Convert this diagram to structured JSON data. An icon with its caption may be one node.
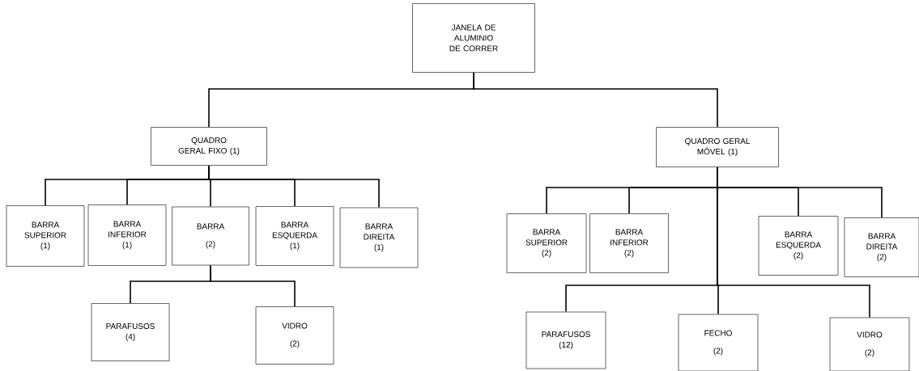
{
  "diagram": {
    "nodes": [
      {
        "text": [
          "JANELA DE ALUMINIO DE CORRER"
        ]
      },
      {
        "text": [
          "QUADRO GERAL FIXO (1)"
        ]
      },
      {
        "text": [
          "BARRA SUPERIOR (1)"
        ]
      },
      {
        "text": [
          "BARRA INFERIOR (1)"
        ]
      },
      {
        "text": [
          "BARRA",
          "(2)"
        ]
      },
      {
        "text": [
          "BARRA ESQUERDA (1)"
        ]
      },
      {
        "text": [
          "BARRA DIREITA (1)"
        ]
      },
      {
        "text": [
          "PARAFUSOS (4)"
        ]
      },
      {
        "text": [
          "VIDRO",
          "(2)"
        ]
      },
      {
        "text": [
          "QUADRO GERAL MÓVEL (1)"
        ]
      },
      {
        "text": [
          "BARRA SUPERIOR (2)"
        ]
      },
      {
        "text": [
          "BARRA INFERIOR (2)"
        ]
      },
      {
        "text": [
          "BARRA ESQUERDA (2)"
        ]
      },
      {
        "text": [
          "BARRA DIREITA (2)"
        ]
      },
      {
        "text": [
          "PARAFUSOS (12)"
        ]
      },
      {
        "text": [
          "FECHO",
          "(2)"
        ]
      },
      {
        "text": [
          "VIDRO",
          "(2)"
        ]
      }
    ],
    "edges": [
      {
        "from": 0,
        "to": 1,
        "arrow": "none"
      },
      {
        "from": 0,
        "to": 9,
        "arrow": "none"
      },
      {
        "from": 1,
        "to": 2,
        "arrow": "none"
      },
      {
        "from": 1,
        "to": 3,
        "arrow": "none"
      },
      {
        "from": 1,
        "to": 4,
        "arrow": "none"
      },
      {
        "from": 1,
        "to": 5,
        "arrow": "none"
      },
      {
        "from": 1,
        "to": 6,
        "arrow": "none"
      },
      {
        "from": 4,
        "to": 7,
        "arrow": "none"
      },
      {
        "from": 4,
        "to": 8,
        "arrow": "none"
      },
      {
        "from": 9,
        "to": 10,
        "arrow": "none"
      },
      {
        "from": 9,
        "to": 11,
        "arrow": "none"
      },
      {
        "from": 9,
        "to": 12,
        "arrow": "none"
      },
      {
        "from": 9,
        "to": 13,
        "arrow": "none"
      },
      {
        "from": 9,
        "to": 14,
        "arrow": "none"
      },
      {
        "from": 9,
        "to": 15,
        "arrow": "none"
      },
      {
        "from": 9,
        "to": 16,
        "arrow": "none"
      }
    ]
  }
}
